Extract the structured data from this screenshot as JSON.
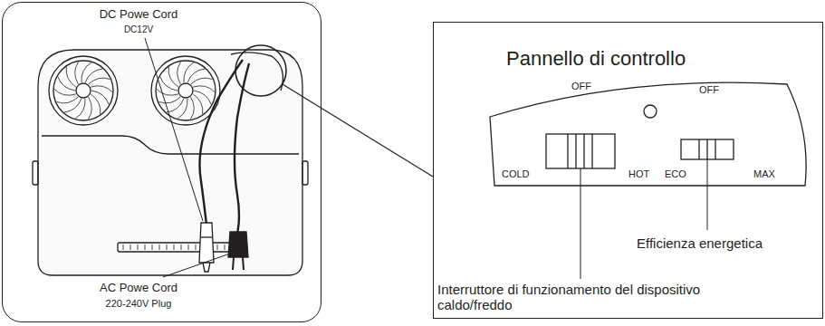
{
  "diagram": {
    "nodes": [
      {
        "text": [
          "DC Powe Cord",
          "DC12V",
          "AC Powe Cord",
          "220-240V Plug"
        ]
      },
      {
        "text": [
          "Pannello di controllo",
          "Efficienza energetica",
          "Interruttore di funzionamento del dispositivo caldo/freddo"
        ]
      },
      {
        "text": [
          "OFF",
          "COLD",
          "HOT",
          "ECO",
          "OFF",
          "MAX"
        ],
        "in": 1
      }
    ],
    "edges": [
      {
        "from": 0,
        "to": 1,
        "arrow": "none"
      }
    ]
  }
}
